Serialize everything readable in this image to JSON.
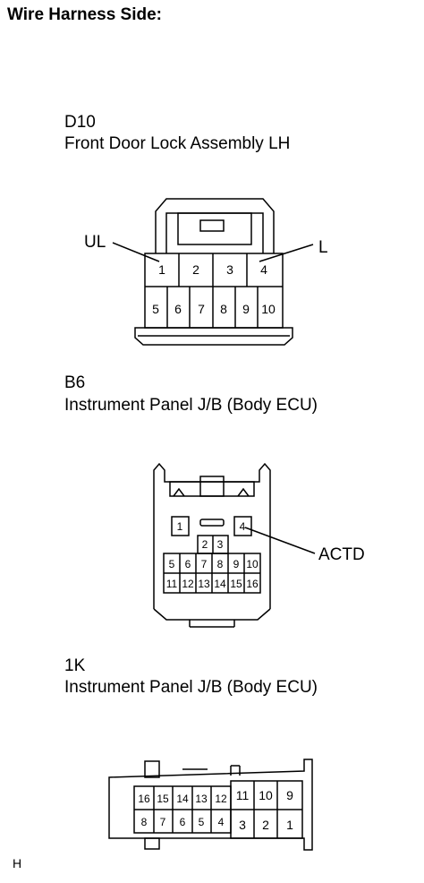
{
  "page": {
    "heading": "Wire Harness Side:",
    "corner_mark": "H"
  },
  "connectors": [
    {
      "code": "D10",
      "name": "Front Door Lock Assembly LH",
      "pins_top": [
        "1",
        "2",
        "3",
        "4"
      ],
      "pins_bottom": [
        "5",
        "6",
        "7",
        "8",
        "9",
        "10"
      ],
      "callouts": {
        "left": "UL",
        "right": "L"
      }
    },
    {
      "code": "B6",
      "name": "Instrument Panel J/B (Body ECU)",
      "pin_left": "1",
      "pin_right": "4",
      "pins_mid": [
        "2",
        "3"
      ],
      "pins_row2": [
        "5",
        "6",
        "7",
        "8",
        "9",
        "10"
      ],
      "pins_row3": [
        "11",
        "12",
        "13",
        "14",
        "15",
        "16"
      ],
      "callouts": {
        "right": "ACTD"
      }
    },
    {
      "code": "1K",
      "name": "Instrument Panel J/B (Body ECU)",
      "pins_top_left": [
        "16",
        "15",
        "14",
        "13",
        "12"
      ],
      "pins_top_right": [
        "11",
        "10",
        "9"
      ],
      "pins_bottom_left": [
        "8",
        "7",
        "6",
        "5",
        "4"
      ],
      "pins_bottom_right": [
        "3",
        "2",
        "1"
      ]
    }
  ]
}
